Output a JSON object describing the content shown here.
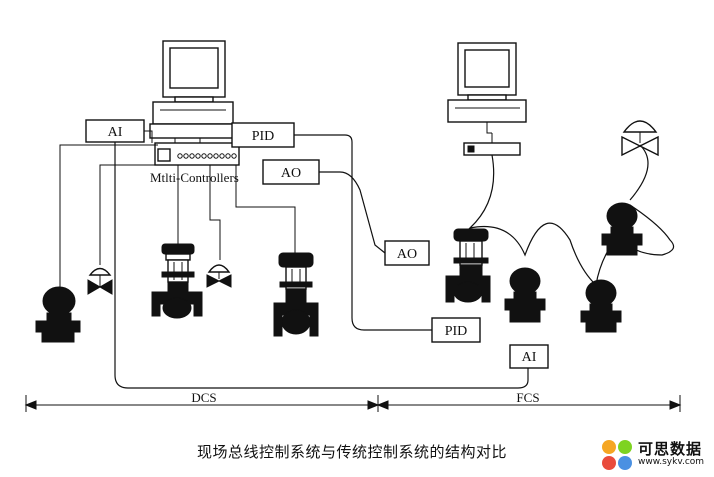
{
  "labels": {
    "ai_left": "AI",
    "pid_top": "PID",
    "ao_mid": "AO",
    "multi_controllers": "Mtlti-Controllers",
    "ao_right": "AO",
    "pid_right": "PID",
    "ai_right": "AI",
    "dcs": "DCS",
    "fcs": "FCS"
  },
  "caption": "现场总线控制系统与传统控制系统的结构对比",
  "logo": {
    "title": "可思数据",
    "url": "www.sykv.com",
    "colors": [
      "#f5a623",
      "#7ed321",
      "#e94b3c",
      "#4a90e2"
    ]
  }
}
